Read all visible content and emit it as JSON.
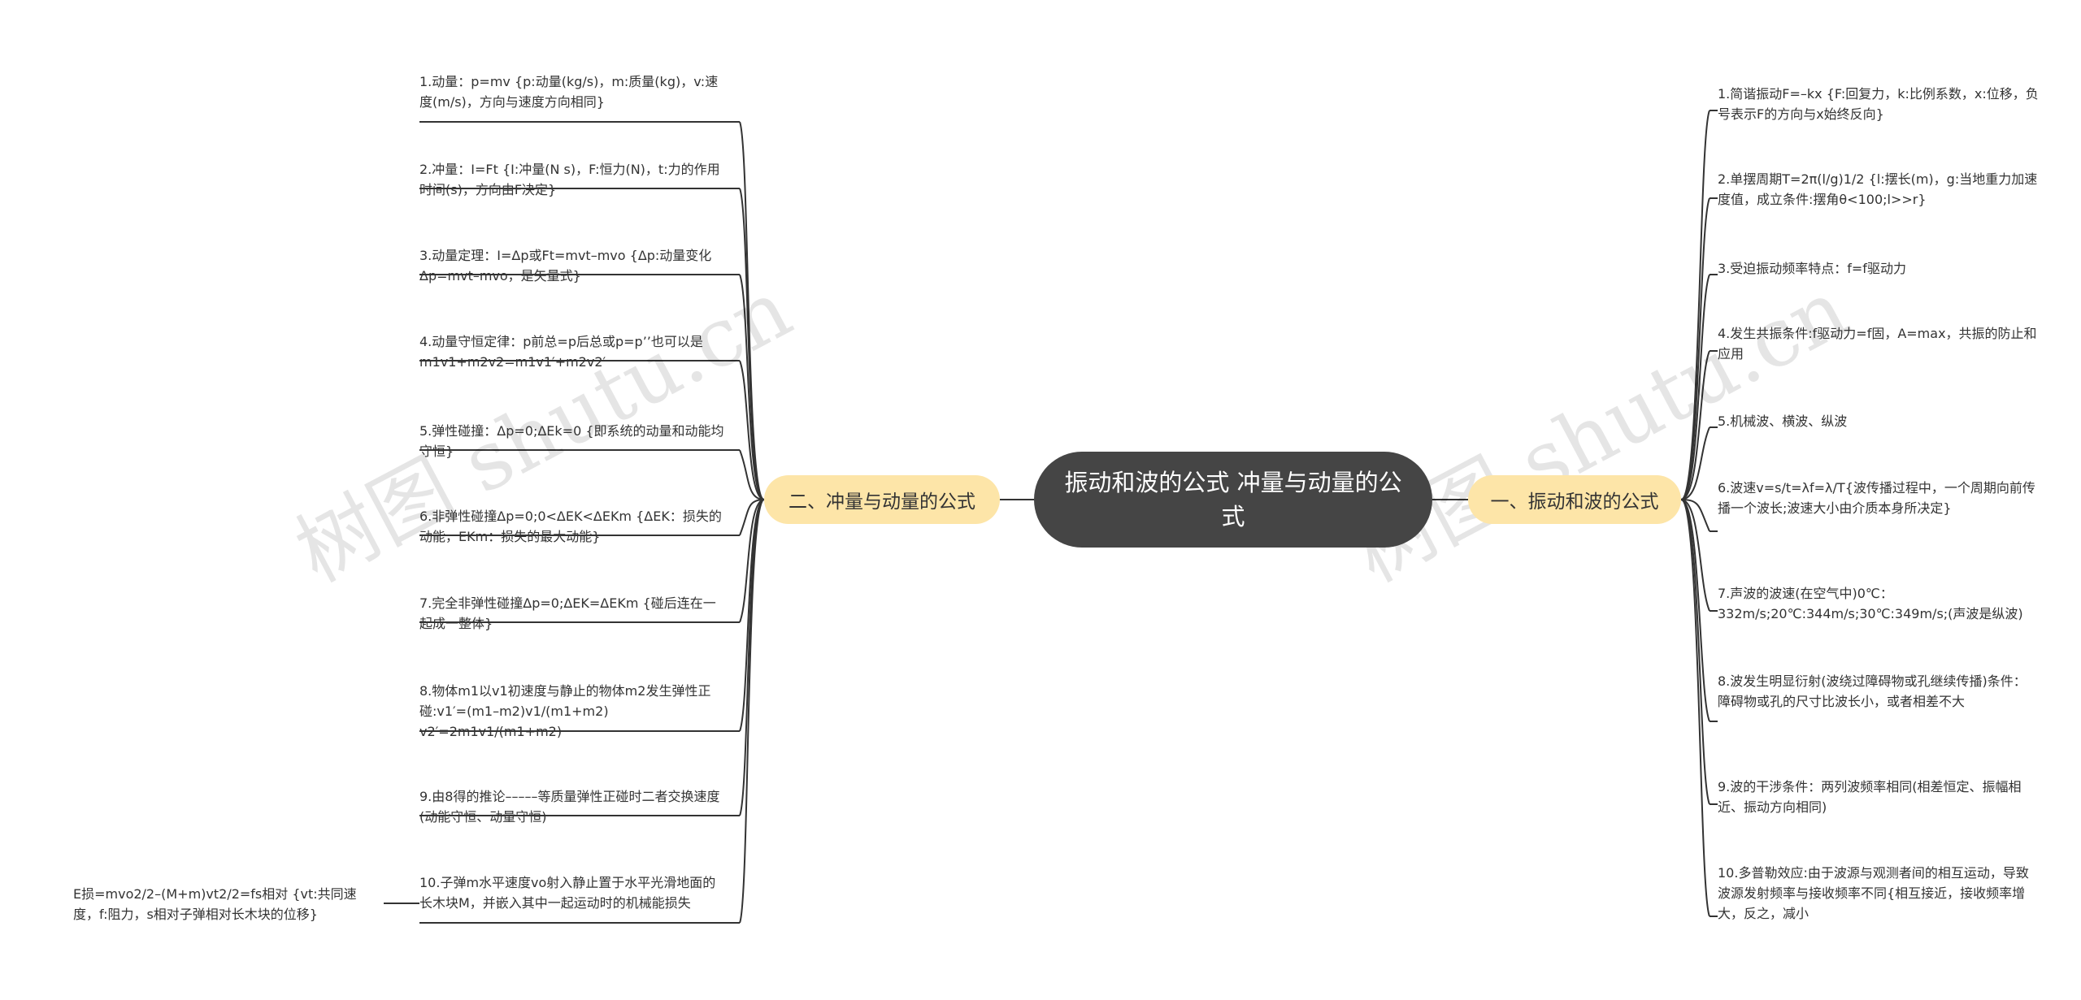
{
  "center": {
    "title": "振动和波的公式 冲量与动量的公式"
  },
  "watermark": "树图 shutu.cn",
  "left": {
    "label": "二、冲量与动量的公式",
    "items": [
      "1.动量：p=mv {p:动量(kg/s)，m:质量(kg)，v:速度(m/s)，方向与速度方向相同}",
      "2.冲量：I=Ft {I:冲量(N s)，F:恒力(N)，t:力的作用时间(s)，方向由F决定}",
      "3.动量定理：I=Δp或Ft=mvt–mvo {Δp:动量变化Δp=mvt–mvo，是矢量式}",
      "4.动量守恒定律：p前总=p后总或p=p’’也可以是m1v1+m2v2=m1v1′+m2v2′",
      "5.弹性碰撞：Δp=0;ΔEk=0 {即系统的动量和动能均守恒}",
      "6.非弹性碰撞Δp=0;0<ΔEK<ΔEKm {ΔEK：损失的动能，EKm：损失的最大动能}",
      "7.完全非弹性碰撞Δp=0;ΔEK=ΔEKm {碰后连在一起成一整体}",
      "8.物体m1以v1初速度与静止的物体m2发生弹性正碰:v1′=(m1–m2)v1/(m1+m2) v2′=2m1v1/(m1+m2)",
      "9.由8得的推论–––––等质量弹性正碰时二者交换速度(动能守恒、动量守恒)",
      "10.子弹m水平速度vo射入静止置于水平光滑地面的长木块M，并嵌入其中一起运动时的机械能损失"
    ],
    "sub_item": "E损=mvo2/2–(M+m)vt2/2=fs相对 {vt:共同速度，f:阻力，s相对子弹相对长木块的位移}"
  },
  "right": {
    "label": "一、振动和波的公式",
    "items": [
      "1.简谐振动F=–kx {F:回复力，k:比例系数，x:位移，负号表示F的方向与x始终反向}",
      "2.单摆周期T=2π(l/g)1/2 {l:摆长(m)，g:当地重力加速度值，成立条件:摆角θ<100;l>>r}",
      "3.受迫振动频率特点：f=f驱动力",
      "4.发生共振条件:f驱动力=f固，A=max，共振的防止和应用",
      "5.机械波、横波、纵波",
      "6.波速v=s/t=λf=λ/T{波传播过程中，一个周期向前传播一个波长;波速大小由介质本身所决定}",
      "7.声波的波速(在空气中)0℃：332m/s;20℃:344m/s;30℃:349m/s;(声波是纵波)",
      "8.波发生明显衍射(波绕过障碍物或孔继续传播)条件：障碍物或孔的尺寸比波长小，或者相差不大",
      "9.波的干涉条件：两列波频率相同(相差恒定、振幅相近、振动方向相同)",
      "10.多普勒效应:由于波源与观测者间的相互运动，导致波源发射频率与接收频率不同{相互接近，接收频率增大，反之，减小"
    ]
  },
  "colors": {
    "center_bg": "#454545",
    "branch_bg": "#fde5a8",
    "line": "#333333"
  }
}
